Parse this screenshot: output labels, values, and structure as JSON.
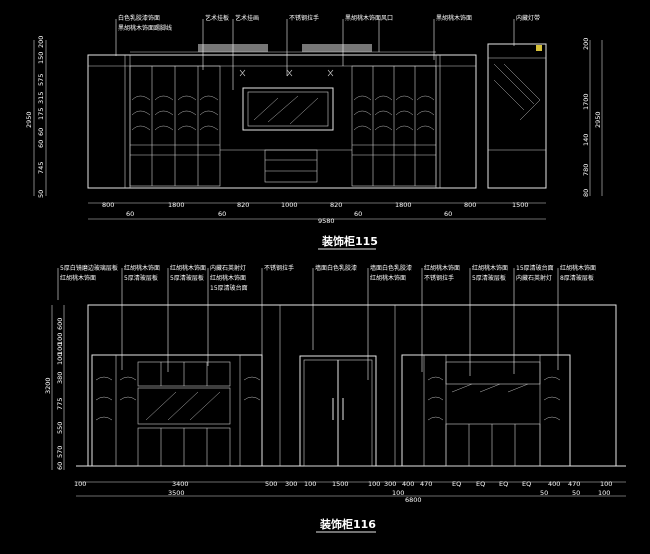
{
  "colors": {
    "background": "#000000",
    "lines": "#e6e6e6",
    "accent": "#d8c23a"
  },
  "drawing1": {
    "title": "装饰柜115",
    "notes": [
      "白色乳胶漆饰面",
      "黑胡桃木饰面踢脚线",
      "艺术挂板",
      "艺术挂画",
      "不锈钢拉手",
      "黑胡桃木饰面",
      "风口",
      "黑胡桃木饰面",
      "内藏灯带"
    ],
    "left_dims": [
      "200",
      "150",
      "575",
      "315",
      "175",
      "60",
      "60",
      "745",
      "50"
    ],
    "left_total": "2950",
    "right_dims": [
      "200",
      "1700",
      "140",
      "780",
      "80"
    ],
    "right_total": "2950",
    "bottom_dims": [
      "800",
      "1800",
      "820",
      "1000",
      "820",
      "1800",
      "800",
      "1500"
    ],
    "bottom_sub": [
      "60",
      "60",
      "60",
      "60"
    ],
    "bottom_total": "9580"
  },
  "drawing2": {
    "title": "装饰柜116",
    "notes": [
      "5厚白镜磨边玻璃层板",
      "红胡桃木饰面",
      "红胡桃木饰面",
      "5厚清玻层板",
      "红胡桃木饰面",
      "5厚清玻层板",
      "内藏石英射灯",
      "红胡桃木饰面",
      "15厚清玻台面",
      "不锈钢拉手",
      "墙面白色乳胶漆",
      "墙面白色乳胶漆",
      "红胡桃木饰面",
      "红胡桃木饰面",
      "不锈钢拉手",
      "红胡桃木饰面",
      "5厚清玻层板",
      "15厚清玻台面",
      "内藏石英射灯",
      "红胡桃木饰面",
      "8厚清玻层板"
    ],
    "left_dims": [
      "600",
      "100",
      "100",
      "100",
      "380",
      "775",
      "550",
      "570",
      "60"
    ],
    "left_total": "3200",
    "bottom_dims": [
      "100",
      "3400",
      "500",
      "300",
      "100",
      "1500",
      "100",
      "300",
      "400",
      "470",
      "EQ",
      "EQ",
      "EQ",
      "EQ",
      "400",
      "470",
      "100"
    ],
    "bottom_sub": [
      "3500",
      "100",
      "6800",
      "100",
      "50",
      "50"
    ]
  }
}
